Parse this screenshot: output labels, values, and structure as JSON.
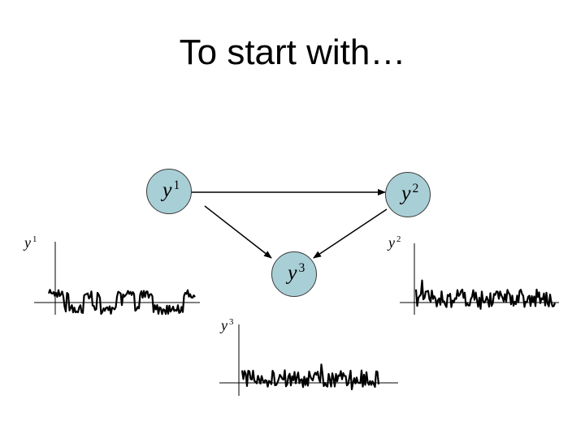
{
  "title": "To start with…",
  "nodes": [
    {
      "var": "y",
      "sup": "1"
    },
    {
      "var": "y",
      "sup": "2"
    },
    {
      "var": "y",
      "sup": "3"
    }
  ],
  "plots": [
    {
      "var": "y",
      "sup": "1"
    },
    {
      "var": "y",
      "sup": "2"
    },
    {
      "var": "y",
      "sup": "3"
    }
  ],
  "colors": {
    "node_fill": "#a9cfd6",
    "line": "#000000"
  }
}
